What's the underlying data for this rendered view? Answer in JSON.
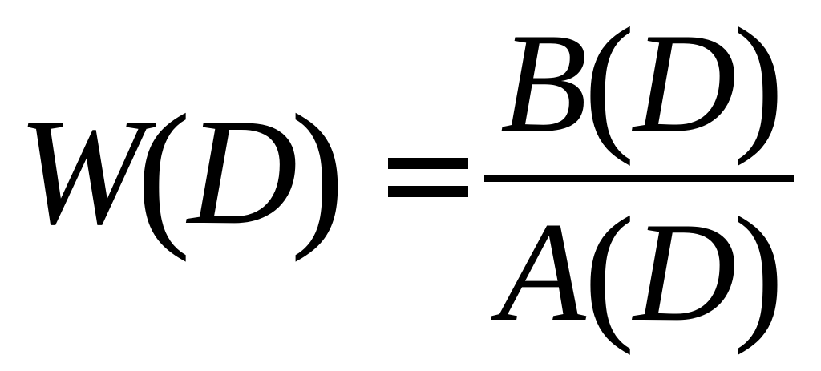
{
  "formula": {
    "lhs": {
      "function": "W",
      "open_paren": "(",
      "argument": "D",
      "close_paren": ")"
    },
    "equals": "=",
    "numerator": {
      "function": "B",
      "open_paren": "(",
      "argument": "D",
      "close_paren": ")"
    },
    "denominator": {
      "function": "A",
      "open_paren": "(",
      "argument": "D",
      "close_paren": ")"
    }
  }
}
